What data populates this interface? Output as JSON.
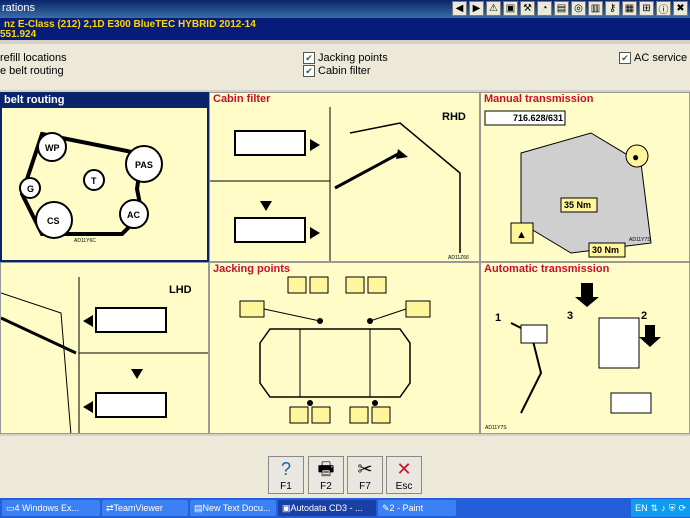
{
  "window": {
    "title": "rations"
  },
  "vehicle": {
    "line1": "nz  E-Class (212) 2,1D E300 BlueTEC HYBRID 2012-14",
    "line2": "551.924"
  },
  "checkboxes": {
    "refill": "refill locations",
    "belt": "e belt routing",
    "jacking": "Jacking points",
    "cabin": "Cabin filter",
    "ac": "AC service c"
  },
  "panels": {
    "belt": {
      "title": "belt routing",
      "labels": [
        "WP",
        "PAS",
        "G",
        "T",
        "CS",
        "AC"
      ],
      "code": "AD11Y6C"
    },
    "cabin": {
      "title": "Cabin filter",
      "rhd": "RHD",
      "code": "AD11Z66"
    },
    "manual": {
      "title": "Manual transmission",
      "part": "716.628/631",
      "torque1": "35 Nm",
      "torque2": "30 Nm",
      "code": "AD11Y7S"
    },
    "left2": {
      "lhd": "LHD"
    },
    "jacking": {
      "title": "Jacking points"
    },
    "auto": {
      "title": "Automatic transmission",
      "n1": "1",
      "n2": "2",
      "n3": "3",
      "code": "AD11Y7S"
    }
  },
  "buttons": [
    {
      "label": "F1",
      "icon": "?"
    },
    {
      "label": "F2",
      "icon": "🖶"
    },
    {
      "label": "F7",
      "icon": "✂"
    },
    {
      "label": "Esc",
      "icon": "✕"
    }
  ],
  "taskbar": {
    "items": [
      "4 Windows Ex...",
      "TeamViewer",
      "New Text Docu...",
      "Autodata CD3 - ...",
      "2 - Paint"
    ],
    "lang": "EN"
  }
}
